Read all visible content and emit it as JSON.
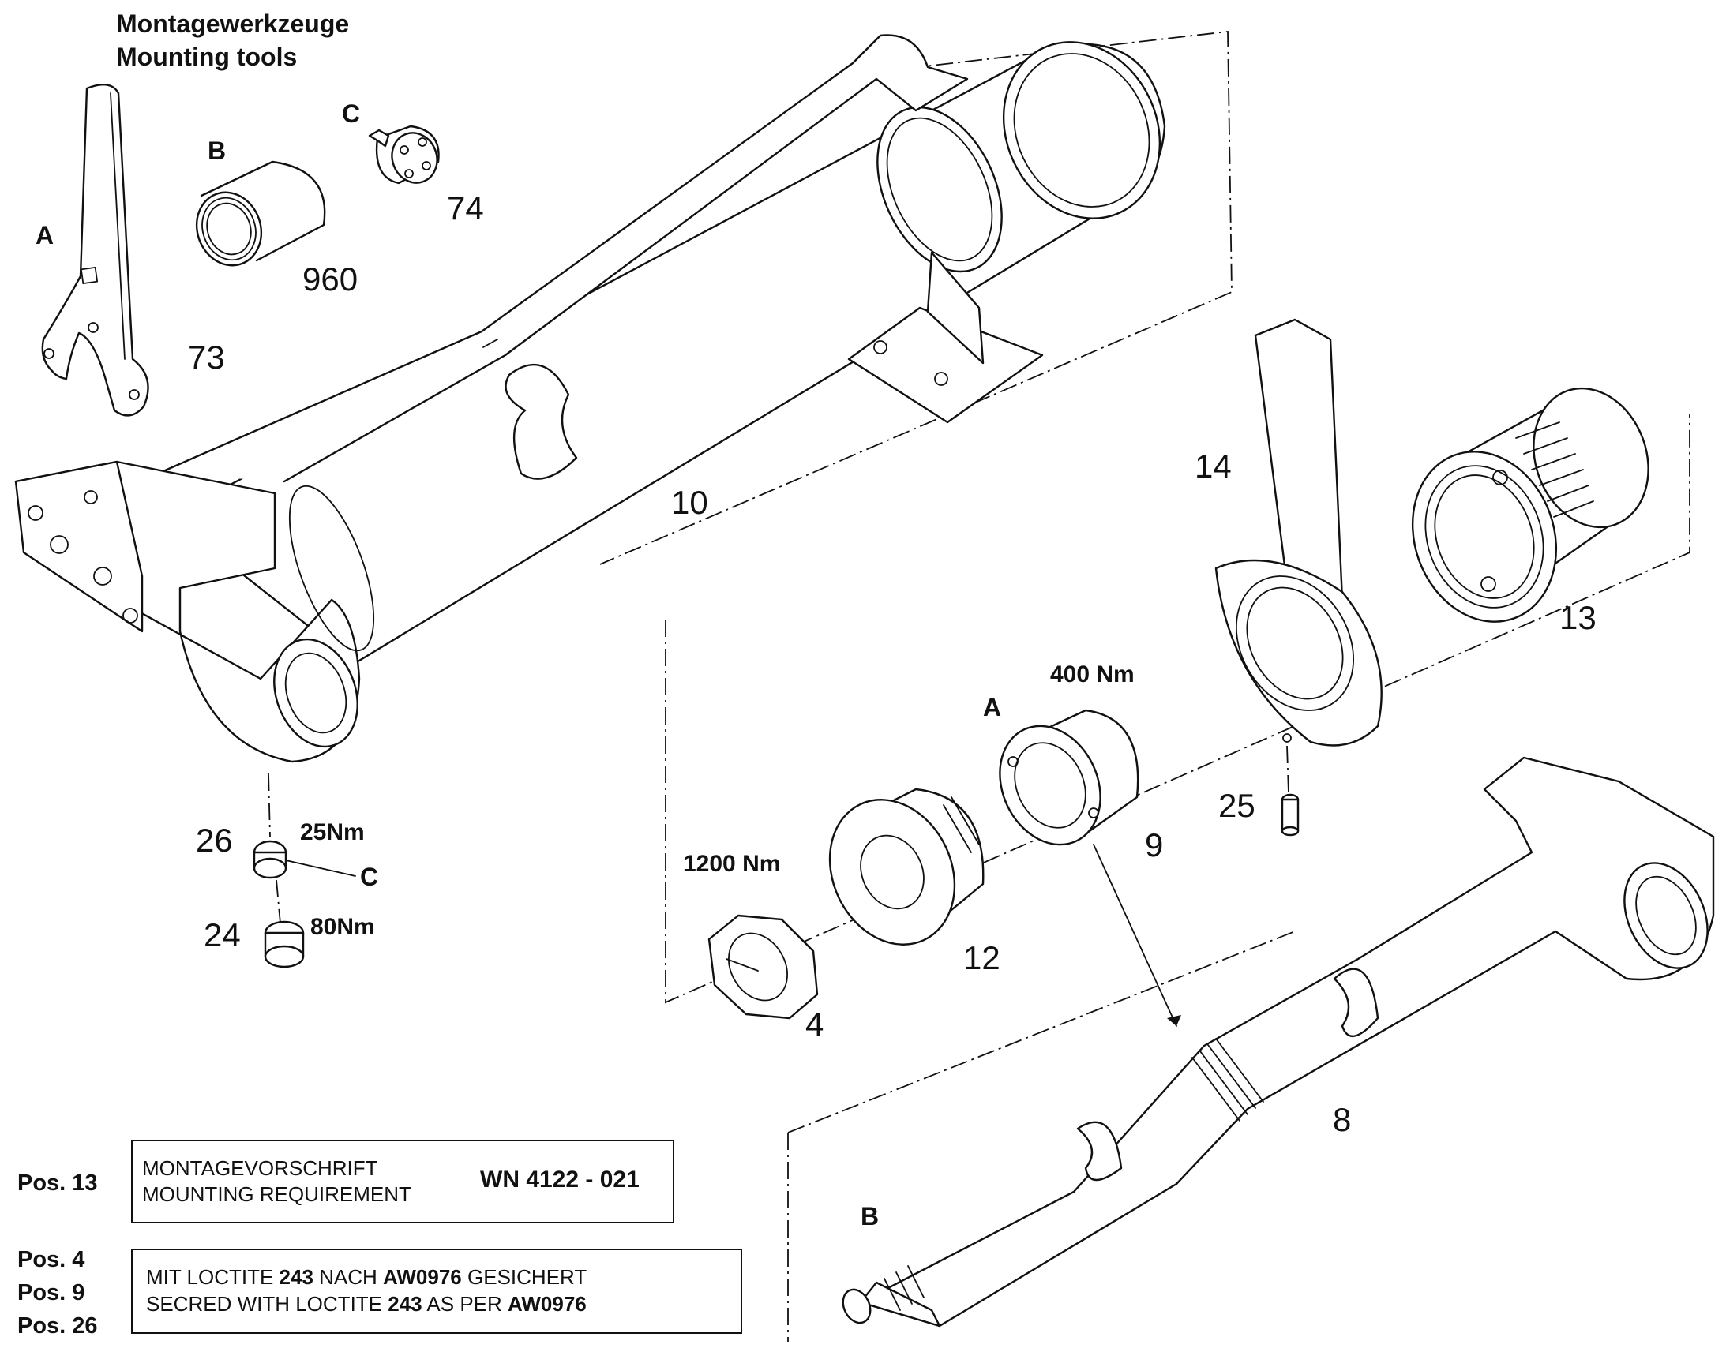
{
  "header": {
    "title_de": "Montagewerkzeuge",
    "title_en": "Mounting tools"
  },
  "tools": {
    "A": "A",
    "B": "B",
    "C": "C",
    "n73": "73",
    "n960": "960",
    "n74": "74"
  },
  "parts": {
    "p10": "10",
    "p14": "14",
    "p13": "13",
    "p25": "25",
    "p9": "9",
    "p12": "12",
    "p4": "4",
    "p8": "8",
    "p26": "26",
    "p24": "24"
  },
  "tool_refs": {
    "A": "A",
    "B": "B",
    "C": "C"
  },
  "torques": {
    "t400": "400  Nm",
    "t1200": "1200  Nm",
    "t25": "25Nm",
    "t80": "80Nm"
  },
  "notes": {
    "pos13": "Pos. 13",
    "pos4": "Pos. 4",
    "pos9": "Pos. 9",
    "pos26": "Pos. 26",
    "box1_line1": "MONTAGEVORSCHRIFT",
    "box1_line2": "MOUNTING REQUIREMENT",
    "box1_code": "WN 4122 - 021",
    "box2_l1_a": "MIT LOCTITE ",
    "box2_l1_b": "243",
    "box2_l1_c": " NACH ",
    "box2_l1_d": "AW0976",
    "box2_l1_e": " GESICHERT",
    "box2_l2_a": "SECRED WITH LOCTITE ",
    "box2_l2_b": "243",
    "box2_l2_c": " AS PER ",
    "box2_l2_d": "AW0976"
  }
}
